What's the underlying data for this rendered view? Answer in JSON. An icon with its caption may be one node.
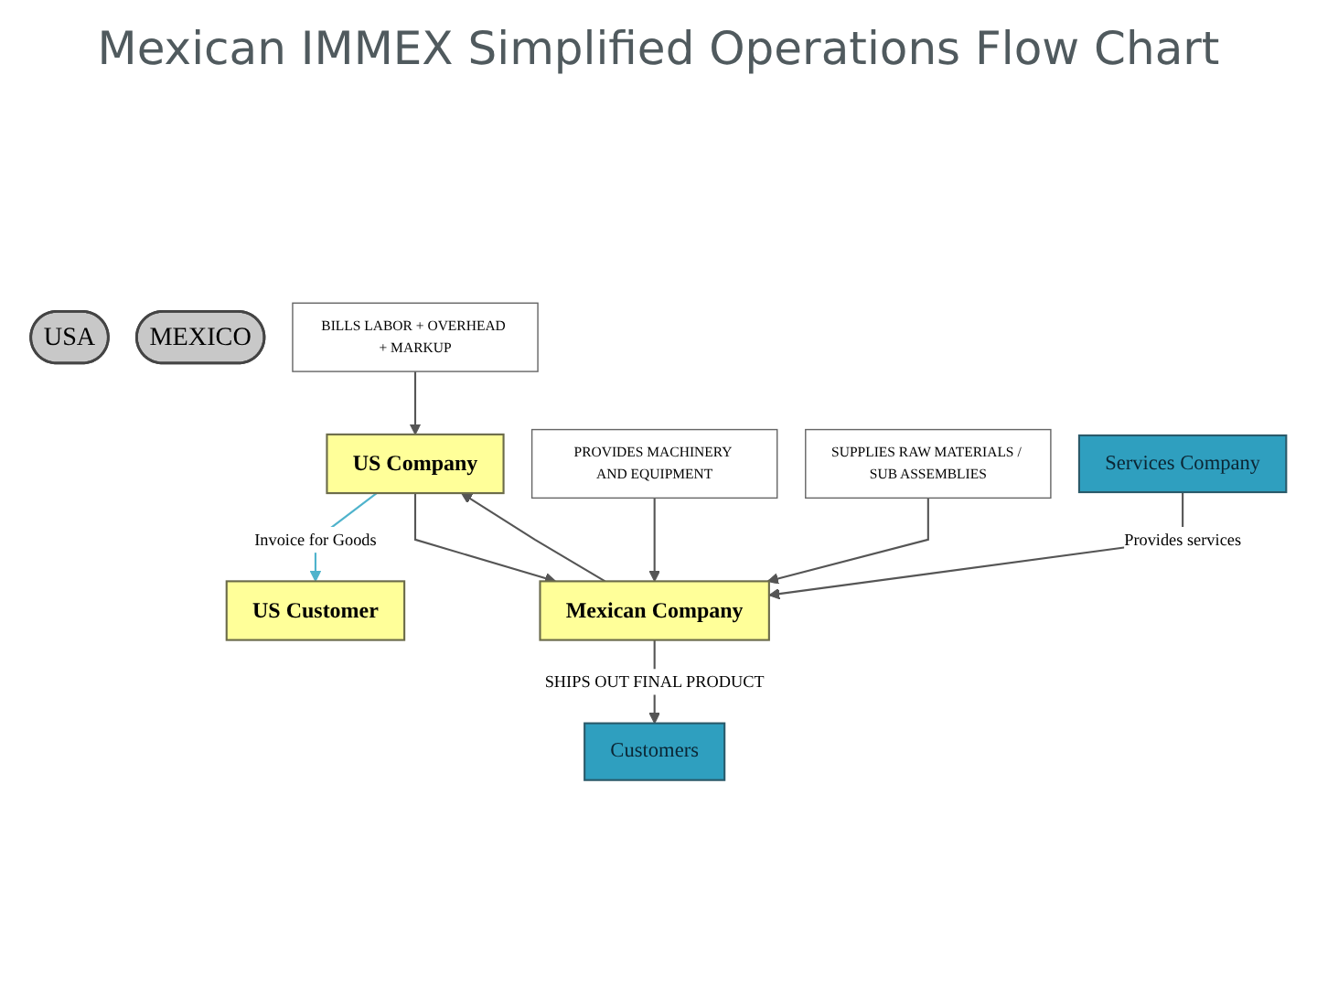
{
  "diagram": {
    "title": "Mexican IMMEX Simplified Operations Flow Chart",
    "nodes": [
      {
        "text": [
          "US Company"
        ]
      },
      {
        "text": [
          "US Customer"
        ]
      },
      {
        "text": [
          "USA"
        ]
      },
      {
        "text": [
          "MEXICO"
        ]
      },
      {
        "text": [
          "PROVIDES MACHINERY AND EQUIPMENT"
        ]
      },
      {
        "text": [
          "BILLS LABOR + OVERHEAD + MARKUP"
        ]
      },
      {
        "text": [
          "SUPPLIES RAW MATERIALS / SUB ASSEMBLIES"
        ]
      },
      {
        "text": [
          "Services Company"
        ]
      },
      {
        "text": [
          "Mexican Company"
        ]
      },
      {
        "text": [
          "Customers"
        ]
      }
    ],
    "edges": [
      {
        "from": 0,
        "to": 1,
        "arrow": "to",
        "label": "Invoice for Goods",
        "color": "#4fb3cc"
      },
      {
        "from": 0,
        "to": 8,
        "arrow": "to"
      },
      {
        "from": 4,
        "to": 8,
        "arrow": "to"
      },
      {
        "from": 6,
        "to": 8,
        "arrow": "to"
      },
      {
        "from": 8,
        "to": 0,
        "arrow": "to"
      },
      {
        "from": 5,
        "to": 0,
        "arrow": "to"
      },
      {
        "from": 7,
        "to": 8,
        "arrow": "to",
        "label": "Provides services"
      },
      {
        "from": 8,
        "to": 9,
        "arrow": "to",
        "label": "SHIPS OUT FINAL PRODUCT"
      }
    ]
  }
}
